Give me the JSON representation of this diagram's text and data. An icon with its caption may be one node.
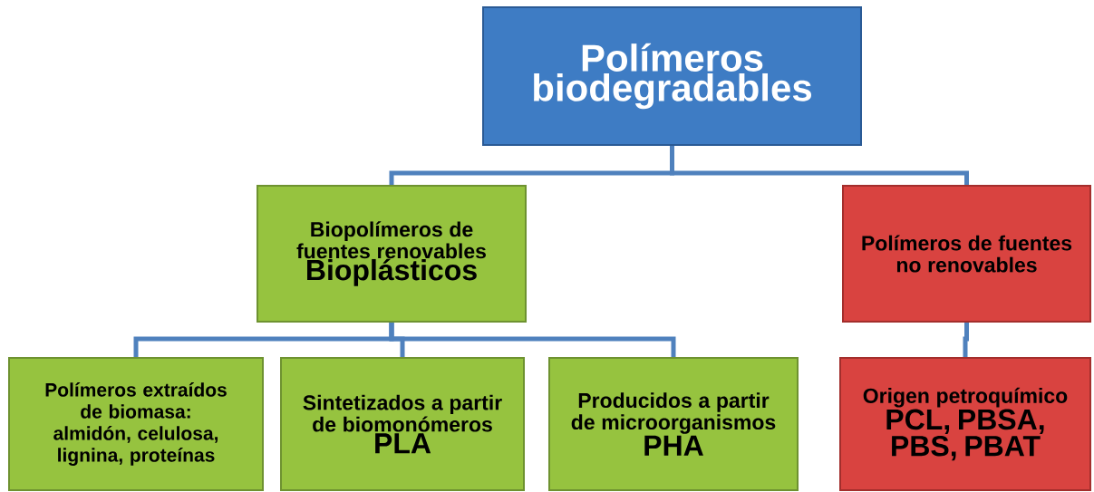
{
  "diagram": {
    "nodes": [
      {
        "text": [
          "Polímeros biodegradables"
        ]
      },
      {
        "text": [
          "Biopolímeros de fuentes renovables",
          "Bioplásticos"
        ]
      },
      {
        "text": [
          "Polímeros de fuentes no renovables"
        ]
      },
      {
        "text": [
          "Polímeros extraídos de biomasa:",
          "almidón, celulosa, lignina, proteínas"
        ]
      },
      {
        "text": [
          "Sintetizados a partir de biomonómeros",
          "PLA"
        ]
      },
      {
        "text": [
          "Producidos a partir de microorganismos",
          "PHA"
        ]
      },
      {
        "text": [
          "Origen petroquímico",
          "PCL, PBSA, PBS, PBAT"
        ]
      }
    ],
    "edges": [
      {
        "from": 0,
        "to": 1,
        "arrow": "none"
      },
      {
        "from": 0,
        "to": 2,
        "arrow": "none"
      },
      {
        "from": 1,
        "to": 3,
        "arrow": "none"
      },
      {
        "from": 1,
        "to": 4,
        "arrow": "none"
      },
      {
        "from": 1,
        "to": 5,
        "arrow": "none"
      },
      {
        "from": 2,
        "to": 6,
        "arrow": "none"
      }
    ]
  }
}
